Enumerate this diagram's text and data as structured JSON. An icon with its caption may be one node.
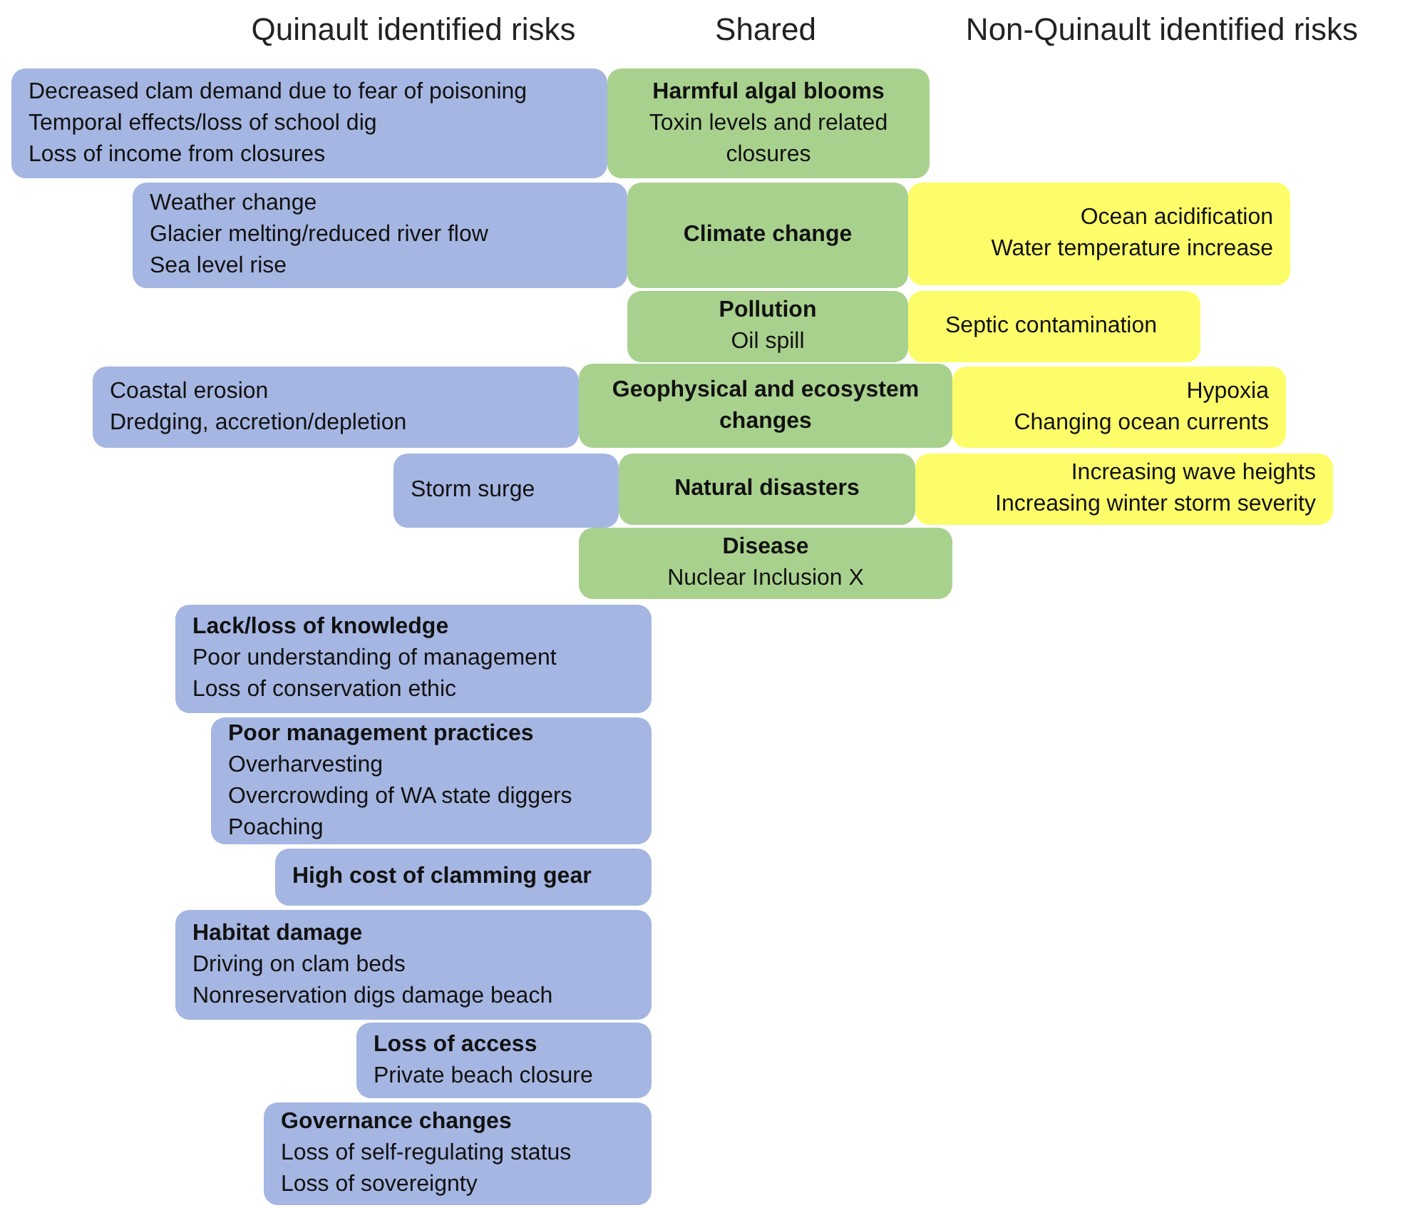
{
  "diagram": {
    "nodes": [
      {
        "text": [
          "Decreased clam demand due to fear of poisoning",
          "Temporal effects/loss of school dig",
          "Loss of income from closures"
        ]
      },
      {
        "text": [
          "Harmful algal blooms",
          "Toxin levels and related closures"
        ]
      },
      {
        "text": [
          "Weather change",
          "Glacier melting/reduced river flow",
          "Sea level rise"
        ]
      },
      {
        "text": [
          "Climate change"
        ]
      },
      {
        "text": [
          "Ocean acidification",
          "Water temperature increase"
        ]
      },
      {
        "text": [
          "Pollution",
          "Oil spill"
        ]
      },
      {
        "text": [
          "Septic contamination"
        ]
      },
      {
        "text": [
          "Coastal erosion",
          "Dredging, accretion/depletion"
        ]
      },
      {
        "text": [
          "Geophysical and ecosystem changes"
        ]
      },
      {
        "text": [
          "Hypoxia",
          "Changing ocean currents"
        ]
      },
      {
        "text": [
          "Storm surge"
        ]
      },
      {
        "text": [
          "Natural disasters"
        ]
      },
      {
        "text": [
          "Increasing wave heights",
          "Increasing winter storm severity"
        ]
      },
      {
        "text": [
          "Disease",
          "Nuclear Inclusion X"
        ]
      },
      {
        "text": [
          "Lack/loss of knowledge",
          "Poor understanding of management",
          "Loss of conservation ethic"
        ]
      },
      {
        "text": [
          "Poor management practices",
          "Overharvesting",
          "Overcrowding of WA state diggers",
          "Poaching"
        ]
      },
      {
        "text": [
          "High cost of clamming gear"
        ]
      },
      {
        "text": [
          "Habitat damage",
          "Driving on clam beds",
          "Nonreservation digs damage beach"
        ]
      },
      {
        "text": [
          "Loss of access",
          "Private beach closure"
        ]
      },
      {
        "text": [
          "Governance changes",
          "Loss of self-regulating status",
          "Loss of sovereignty"
        ]
      }
    ],
    "labels": [
      "Quinault identified risks",
      "Shared",
      "Non-Quinault identified risks"
    ]
  }
}
